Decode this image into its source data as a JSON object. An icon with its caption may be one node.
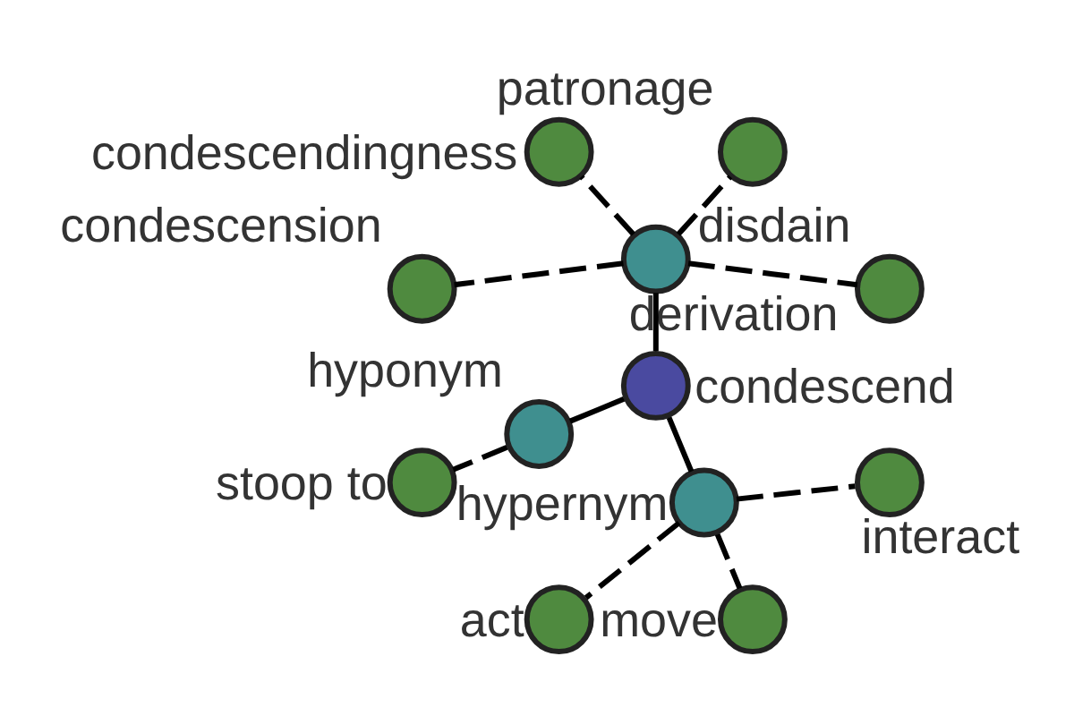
{
  "diagram": {
    "nodes": [
      {
        "text": [
          "condescend"
        ]
      },
      {
        "text": [
          "derivation"
        ]
      },
      {
        "text": [
          "hyponym"
        ]
      },
      {
        "text": [
          "hypernym"
        ]
      },
      {
        "text": [
          "disdain"
        ]
      },
      {
        "text": [
          "patronage"
        ]
      },
      {
        "text": [
          "condescendingness"
        ]
      },
      {
        "text": [
          "condescension"
        ]
      },
      {
        "text": [
          "stoop to"
        ]
      },
      {
        "text": [
          "act"
        ]
      },
      {
        "text": [
          "move"
        ]
      },
      {
        "text": [
          "interact"
        ]
      }
    ],
    "edges": [
      {
        "from": 0,
        "to": 1,
        "arrow": "none"
      },
      {
        "from": 0,
        "to": 2,
        "arrow": "none"
      },
      {
        "from": 0,
        "to": 3,
        "arrow": "none"
      },
      {
        "from": 1,
        "to": 4,
        "arrow": "none",
        "style": "dashed"
      },
      {
        "from": 1,
        "to": 5,
        "arrow": "none",
        "style": "dashed"
      },
      {
        "from": 1,
        "to": 6,
        "arrow": "none",
        "style": "dashed"
      },
      {
        "from": 1,
        "to": 7,
        "arrow": "none",
        "style": "dashed"
      },
      {
        "from": 2,
        "to": 8,
        "arrow": "none",
        "style": "dashed"
      },
      {
        "from": 3,
        "to": 9,
        "arrow": "none",
        "style": "dashed"
      },
      {
        "from": 3,
        "to": 10,
        "arrow": "none",
        "style": "dashed"
      },
      {
        "from": 3,
        "to": 11,
        "arrow": "none",
        "style": "dashed"
      }
    ]
  }
}
